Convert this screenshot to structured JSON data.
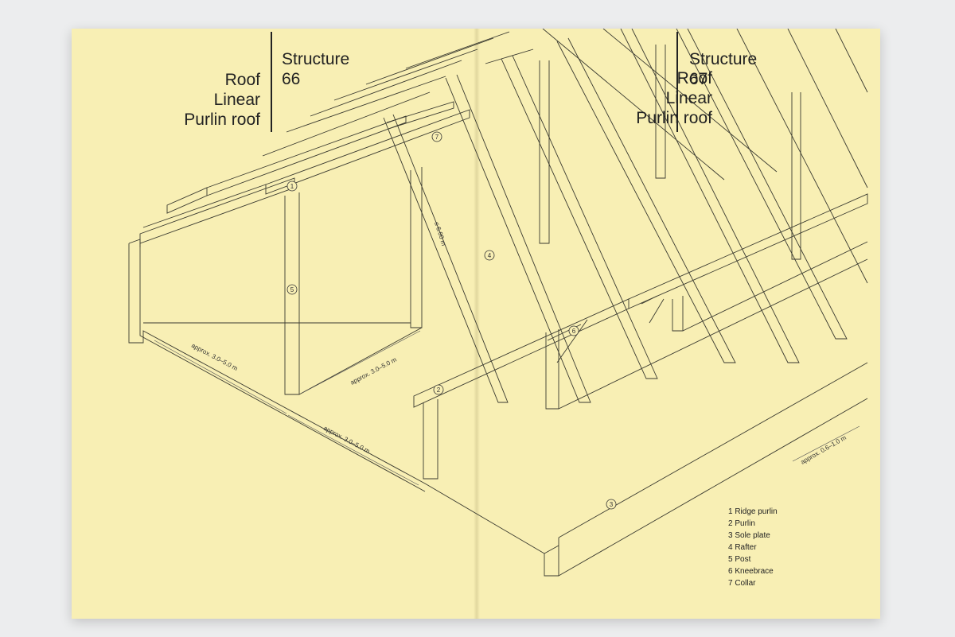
{
  "left_page": {
    "category": [
      "Roof",
      "Linear",
      "Purlin roof"
    ],
    "label": "Structure",
    "number": "66"
  },
  "right_page": {
    "category": [
      "Roof",
      "Linear",
      "Purlin roof"
    ],
    "label": "Structure",
    "number": "67"
  },
  "callouts": [
    "1",
    "2",
    "3",
    "4",
    "5",
    "6",
    "7"
  ],
  "dimensions": {
    "span_outer": "approx. 3.0–5.0 m",
    "span_inner": "approx. 3.0–5.0 m",
    "span_length": "approx. 3.0–5.0 m",
    "rafter_length": "≤ 6.00 m",
    "rafter_spacing": "approx. 0.6–1.0 m"
  },
  "legend": [
    "1 Ridge purlin",
    "2 Purlin",
    "3 Sole plate",
    "4 Rafter",
    "5 Post",
    "6 Kneebrace",
    "7 Collar"
  ],
  "colors": {
    "paper": "#f8efb4",
    "background": "#ecedee",
    "ink": "#222222"
  }
}
